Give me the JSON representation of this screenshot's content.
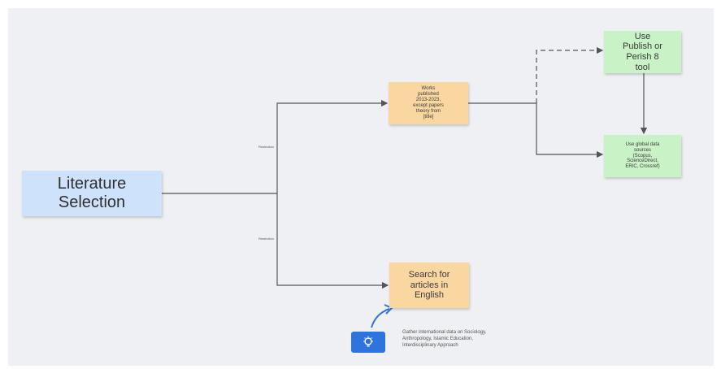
{
  "diagram": {
    "root": {
      "text": [
        "Literature",
        "Selection"
      ]
    },
    "branches": [
      {
        "label": "Restriction",
        "target": "works"
      },
      {
        "label": "Restriction",
        "target": "english"
      }
    ],
    "nodes": {
      "works": {
        "text": [
          "Works",
          "published",
          "2013-2023,",
          "except papers",
          "theory from",
          "[title]"
        ]
      },
      "english": {
        "text": [
          "Search for",
          "articles in",
          "English"
        ]
      },
      "pop": {
        "text": [
          "Use",
          "Publish or",
          "Perish 8",
          "tool"
        ]
      },
      "global": {
        "text": [
          "Use global data",
          "sources",
          "(Scopus,",
          "ScienceDirect,",
          "ERIC, Crossref)"
        ]
      }
    },
    "annotation": {
      "icon": "lightbulb-icon",
      "text": [
        "Gather international data on Sociology,",
        "Anthropology, Islamic Education,",
        "Interdisciplinary Approach"
      ]
    }
  },
  "colors": {
    "canvas": "#eef0f3",
    "root_note": "#cfe2fb",
    "orange_note": "#fad7a1",
    "green_note": "#c9f2c6",
    "connector": "#555555",
    "icon_box": "#2f73dc"
  }
}
